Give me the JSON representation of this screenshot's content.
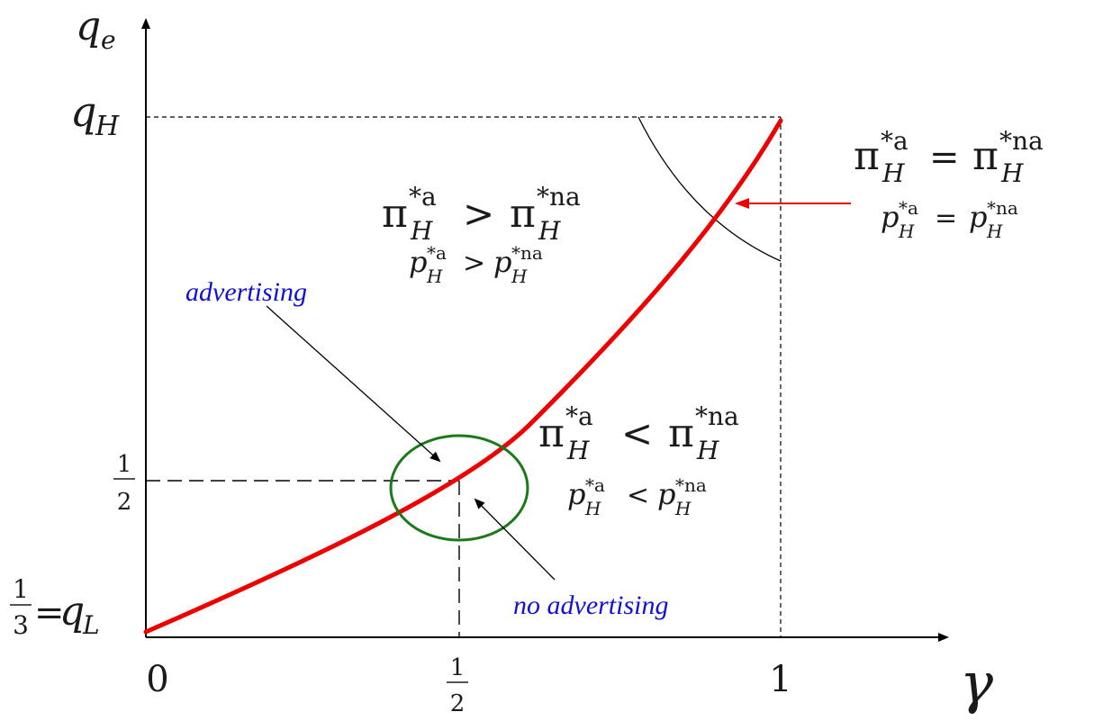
{
  "axes": {
    "y_symbol": "q",
    "y_subscript": "e",
    "x_symbol": "γ",
    "x_ticks": {
      "zero": "0",
      "half_num": "1",
      "half_den": "2",
      "one": "1"
    },
    "y_ticks": {
      "qh_symbol": "q",
      "qh_sub": "H",
      "half_num": "1",
      "half_den": "2",
      "ql_num": "1",
      "ql_den": "3",
      "ql_eq": "=",
      "ql_symbol": "q",
      "ql_sub": "L"
    }
  },
  "annotations": {
    "pi": "π",
    "p": "p",
    "sub_h": "H",
    "sup_a": "*a",
    "sup_na": "*na",
    "gt": ">",
    "lt": "<",
    "eq": "=",
    "advertising": "advertising",
    "no_advertising": "no advertising"
  },
  "colors": {
    "curve": "#ee0000",
    "arrow_red": "#ee0000",
    "circle": "#1a7a1a",
    "axis": "#000000",
    "label_blue": "#1010d8"
  }
}
